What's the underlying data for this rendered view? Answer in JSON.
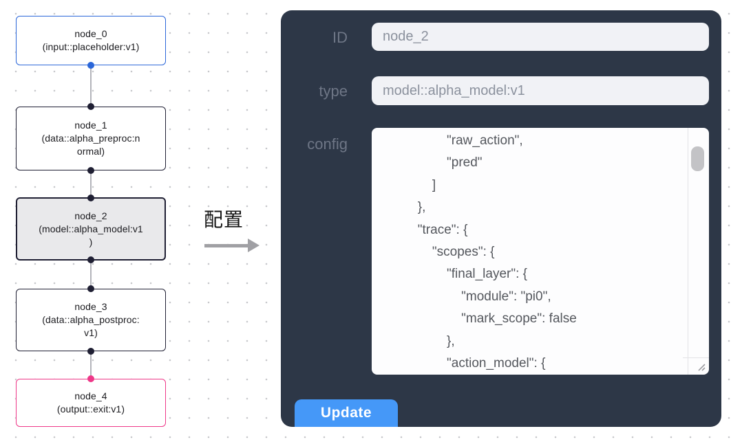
{
  "flow": {
    "nodes": [
      {
        "id": "node_0",
        "label_lines": [
          "node_0",
          "(input::placeholder:v1)"
        ]
      },
      {
        "id": "node_1",
        "label_lines": [
          "node_1",
          "(data::alpha_preproc:n",
          "ormal)"
        ]
      },
      {
        "id": "node_2",
        "label_lines": [
          "node_2",
          "(model::alpha_model:v1",
          ")"
        ]
      },
      {
        "id": "node_3",
        "label_lines": [
          "node_3",
          "(data::alpha_postproc:",
          "v1)"
        ]
      },
      {
        "id": "node_4",
        "label_lines": [
          "node_4",
          "(output::exit:v1)"
        ]
      }
    ]
  },
  "annotation": {
    "label": "配置"
  },
  "panel": {
    "id_label": "ID",
    "id_value": "node_2",
    "type_label": "type",
    "type_value": "model::alpha_model:v1",
    "config_label": "config",
    "config_lines": [
      "                  \"raw_action\",",
      "                  \"pred\"",
      "              ]",
      "          },",
      "          \"trace\": {",
      "              \"scopes\": {",
      "                  \"final_layer\": {",
      "                      \"module\": \"pi0\",",
      "                      \"mark_scope\": false",
      "                  },",
      "                  \"action_model\": {"
    ],
    "update_label": "Update"
  },
  "colors": {
    "input_node_border": "#2a66d9",
    "output_node_border": "#ee3788",
    "default_node_border": "#1f1f33",
    "selected_node_bg": "#e9e9eb",
    "panel_bg": "#2d3747",
    "update_button_bg": "#4598f8",
    "input_handle_dot": "#2a66d9",
    "output_handle_dot": "#ee3788"
  }
}
